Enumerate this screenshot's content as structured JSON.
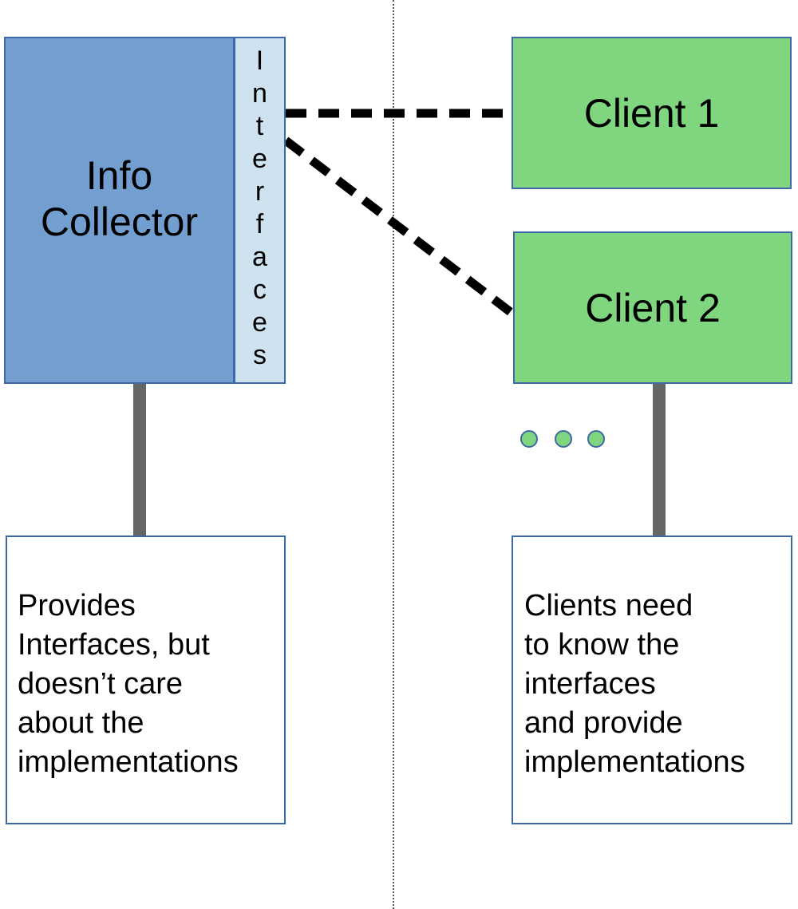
{
  "info_collector": {
    "label_lines": [
      "Info",
      "Collector"
    ]
  },
  "interfaces": {
    "letters": [
      "I",
      "n",
      "t",
      "e",
      "r",
      "f",
      "a",
      "c",
      "e",
      "s"
    ]
  },
  "clients": [
    {
      "label": "Client 1"
    },
    {
      "label": "Client 2"
    }
  ],
  "more_indicator": {
    "dot_count": 3
  },
  "notes": {
    "left_lines": [
      "Provides",
      "Interfaces, but",
      "doesn’t care",
      "about the",
      "implementations"
    ],
    "right_lines": [
      "Clients need",
      "to know the",
      "interfaces",
      "and provide",
      "implementations"
    ]
  },
  "colors": {
    "collector_fill": "#729fcf",
    "interfaces_fill": "#cfe2f0",
    "client_fill": "#7fd67f",
    "border": "#3f68a8",
    "stem": "#666666",
    "connector": "#000000"
  }
}
